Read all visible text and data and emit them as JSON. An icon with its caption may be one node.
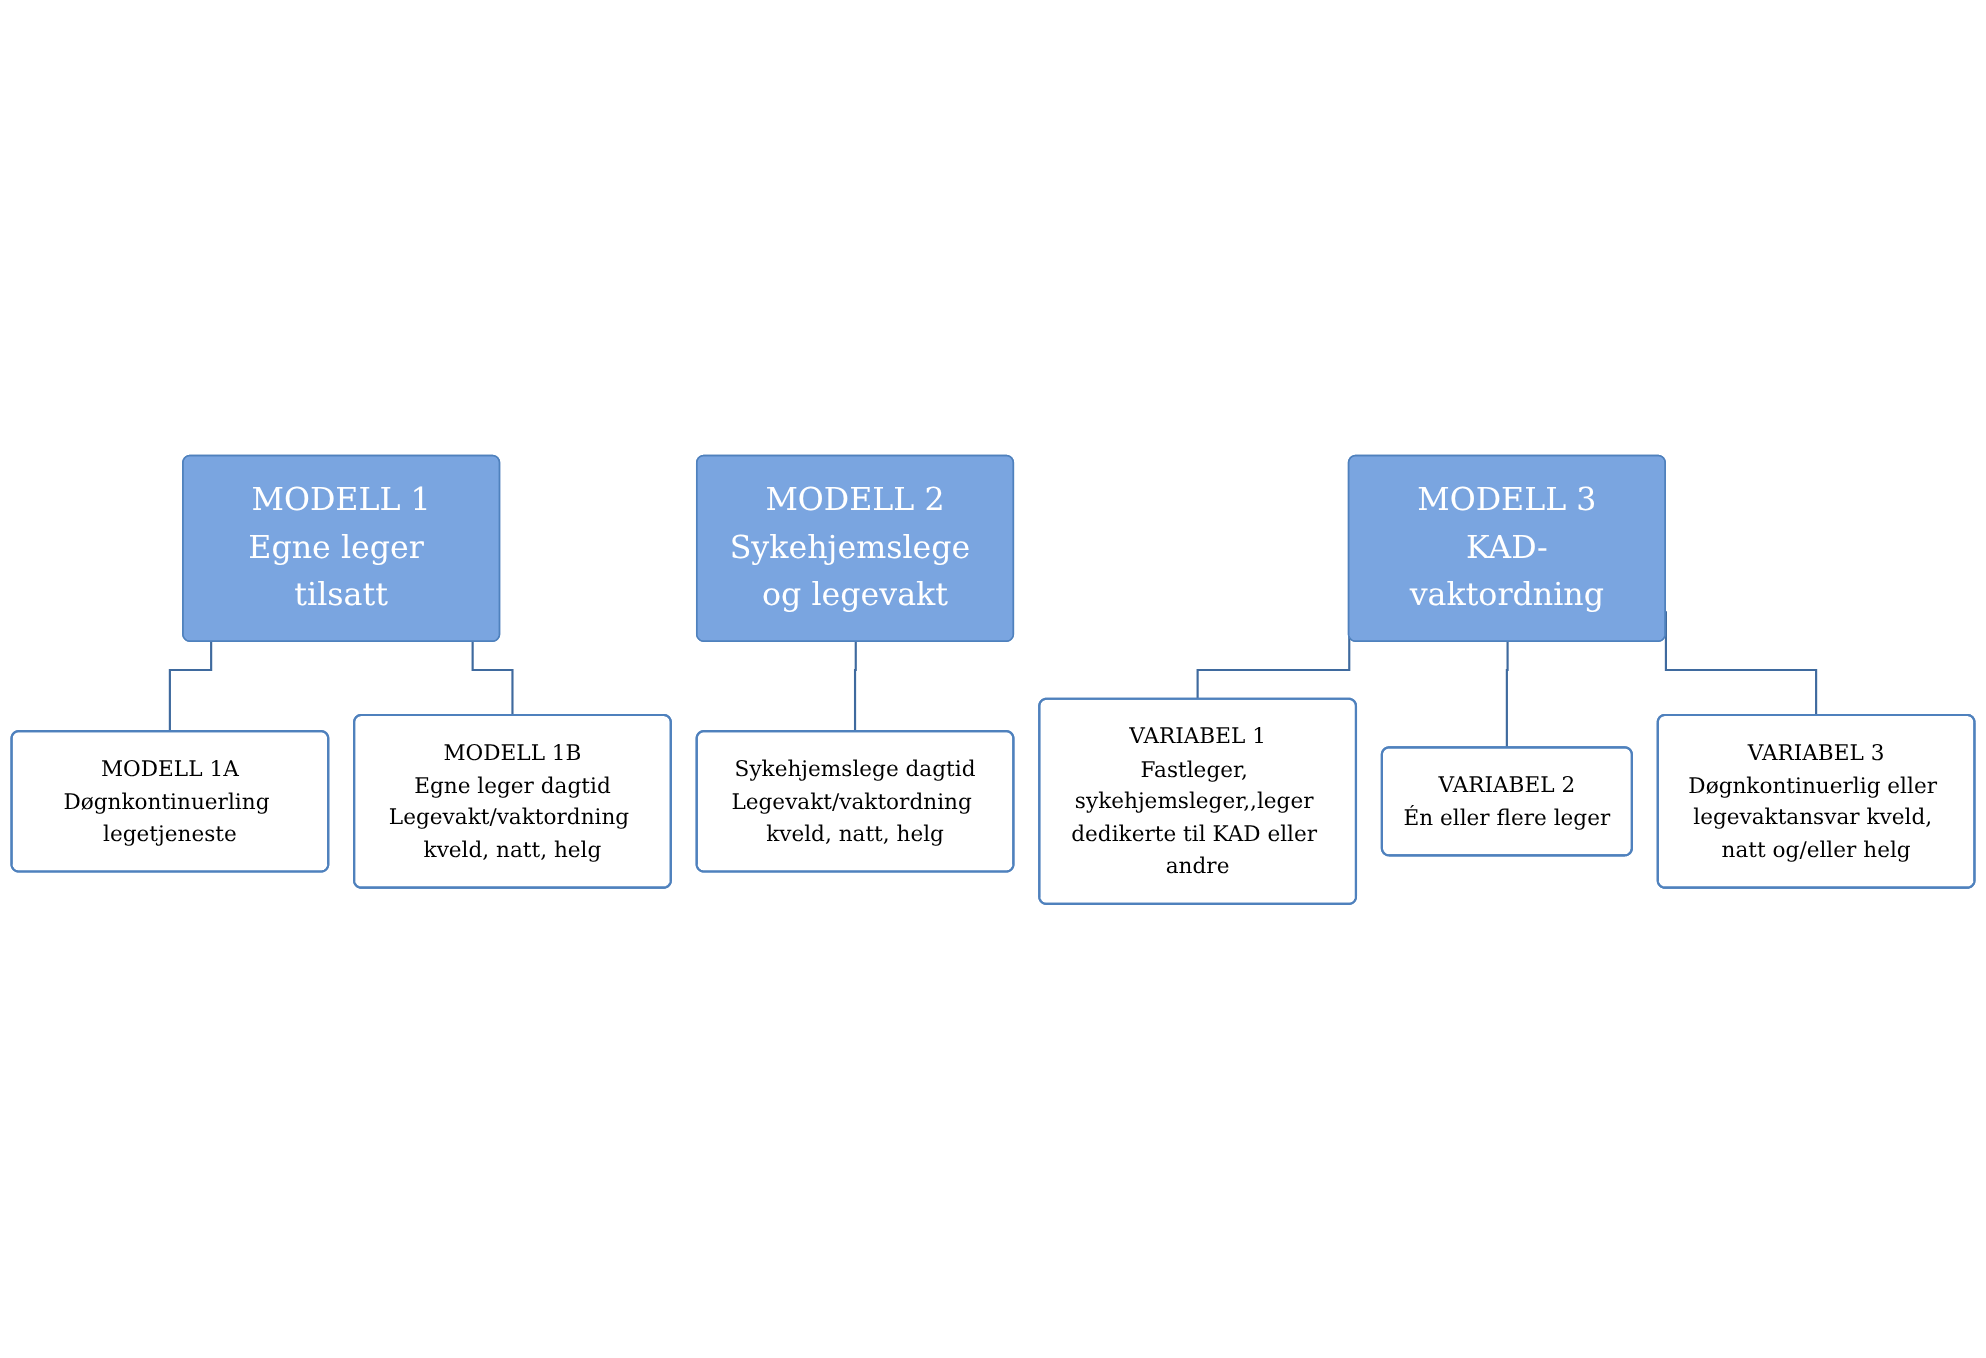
{
  "diagram": {
    "nodes": [
      {
        "text": [
          "MODELL 1",
          "Egne leger tilsatt"
        ]
      },
      {
        "text": [
          "MODELL 1A",
          "Døgnkontinuerling legetjeneste"
        ]
      },
      {
        "text": [
          "MODELL 1B",
          "Egne leger dagtid",
          "Legevakt/vaktordning kveld, natt, helg"
        ]
      },
      {
        "text": [
          "MODELL 2",
          "Sykehjemslege og legevakt"
        ]
      },
      {
        "text": [
          "Sykehjemslege dagtid",
          "Legevakt/vaktordning kveld, natt, helg"
        ]
      },
      {
        "text": [
          "MODELL 3",
          "KAD-vaktordning"
        ]
      },
      {
        "text": [
          "VARIABEL 1",
          "Fastleger, sykehjemsleger,,leger dedikerte til KAD eller andre"
        ]
      },
      {
        "text": [
          "VARIABEL 2",
          "Én eller flere leger"
        ]
      },
      {
        "text": [
          "VARIABEL 3",
          "Døgnkontinuerlig eller legevaktansvar kveld, natt og/eller helg"
        ]
      }
    ],
    "edges": [
      {
        "from": 0,
        "to": 1,
        "arrow": "none"
      },
      {
        "from": 0,
        "to": 2,
        "arrow": "none"
      },
      {
        "from": 3,
        "to": 4,
        "arrow": "none"
      },
      {
        "from": 5,
        "to": 6,
        "arrow": "none"
      },
      {
        "from": 5,
        "to": 7,
        "arrow": "none"
      },
      {
        "from": 5,
        "to": 8,
        "arrow": "none"
      }
    ]
  }
}
